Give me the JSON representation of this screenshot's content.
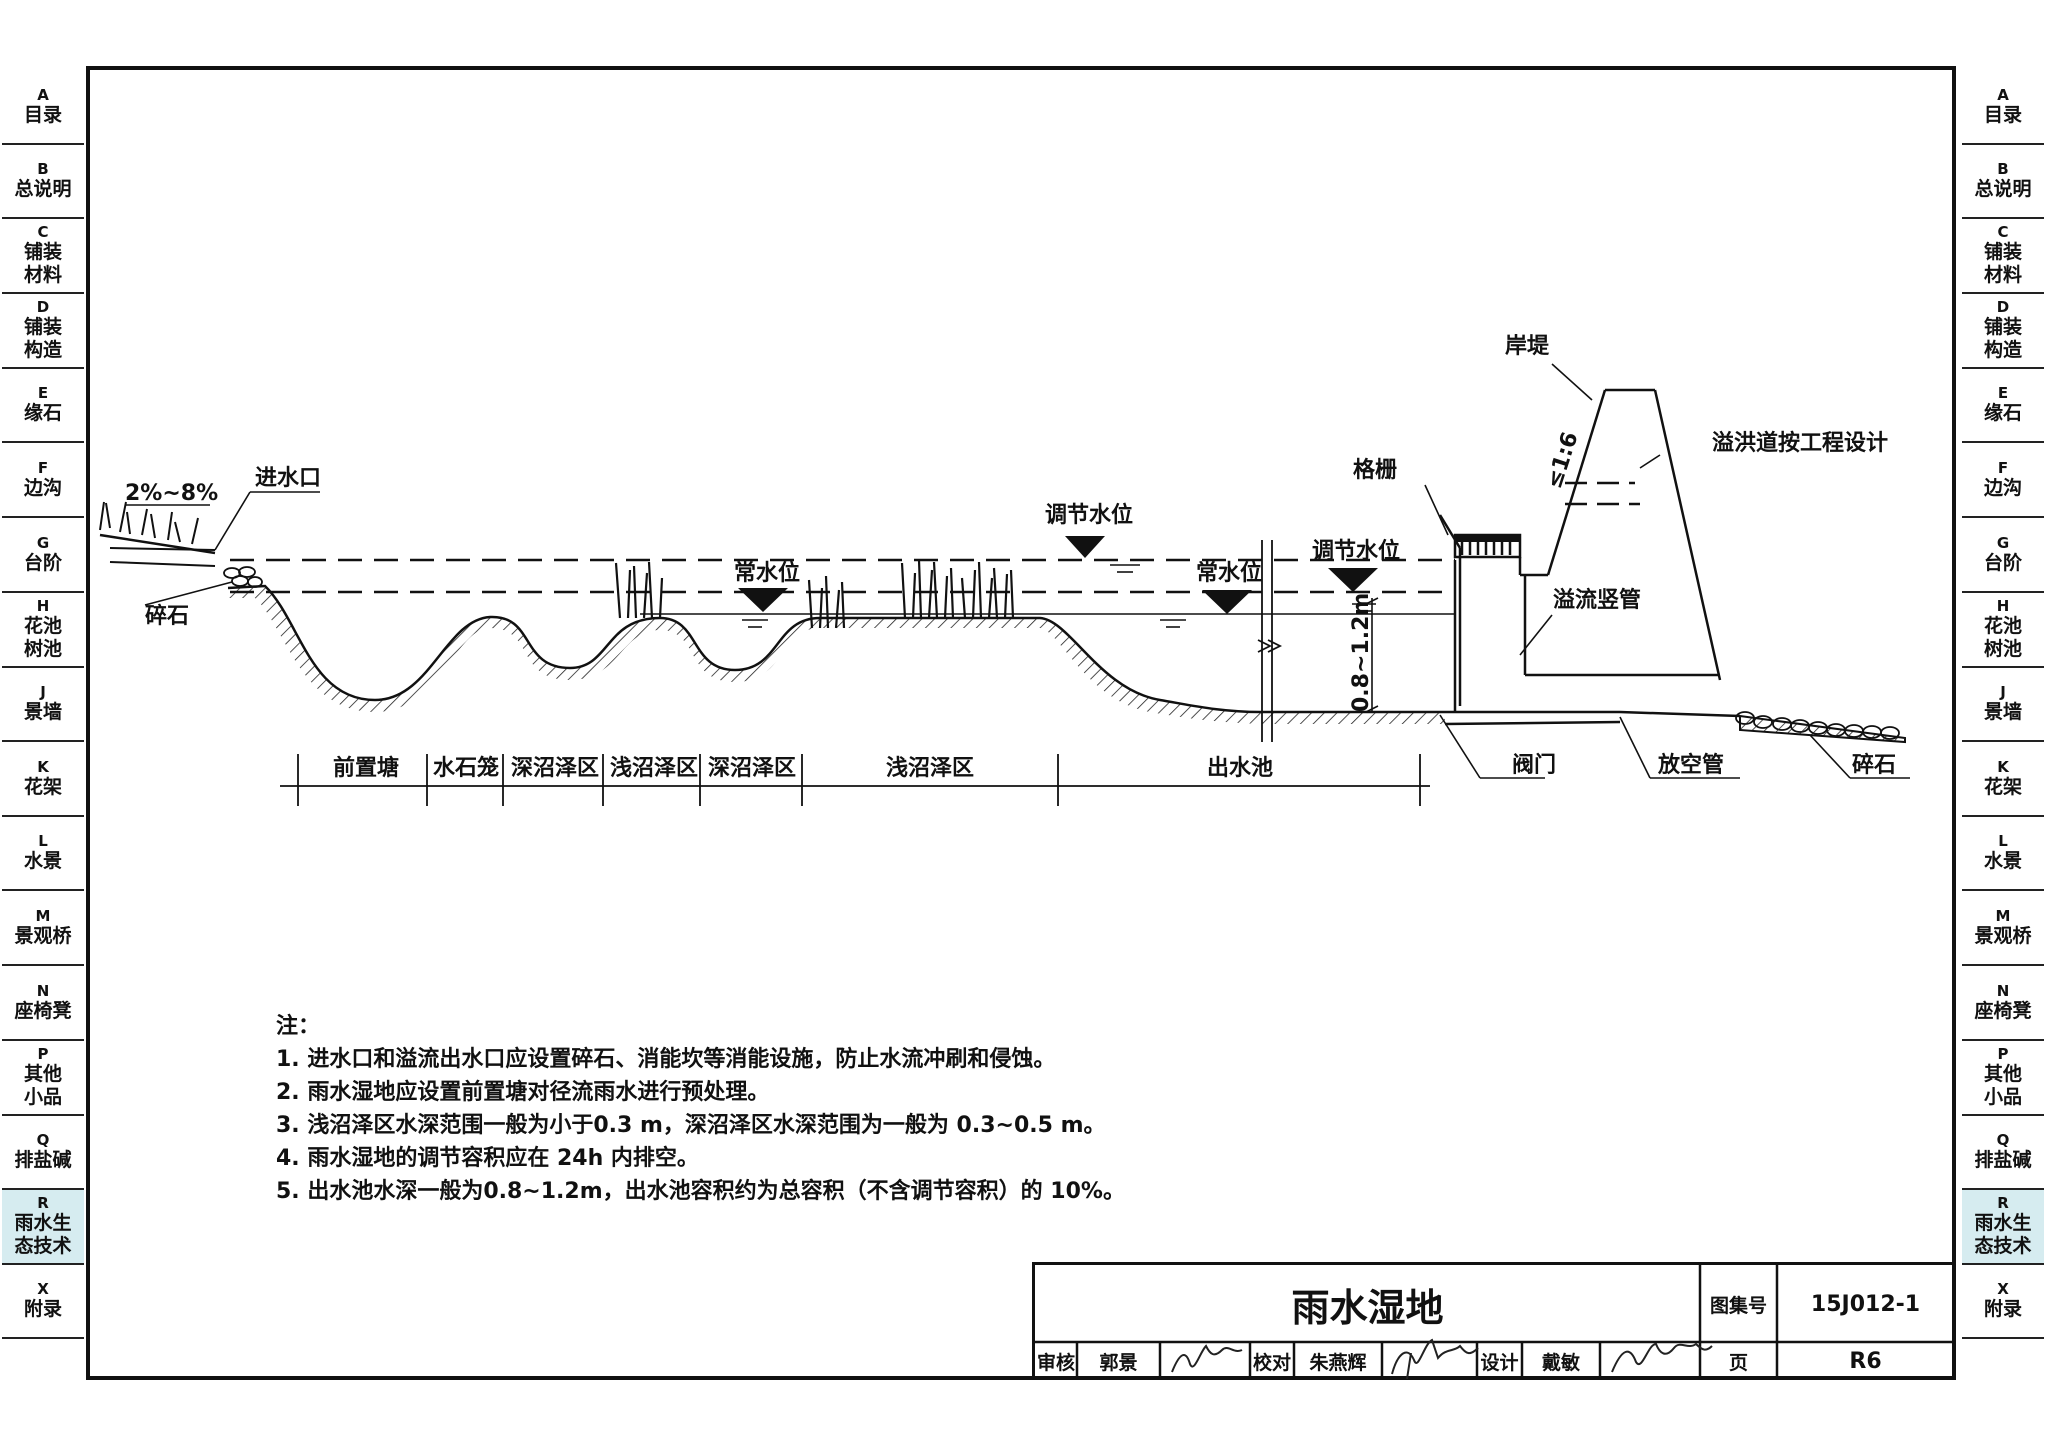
{
  "sidebar_left": [
    {
      "code": "A",
      "label": "目录"
    },
    {
      "code": "B",
      "label": "总说明"
    },
    {
      "code": "C",
      "label": "铺装\n材料"
    },
    {
      "code": "D",
      "label": "铺装\n构造"
    },
    {
      "code": "E",
      "label": "缘石"
    },
    {
      "code": "F",
      "label": "边沟"
    },
    {
      "code": "G",
      "label": "台阶"
    },
    {
      "code": "H",
      "label": "花池\n树池"
    },
    {
      "code": "J",
      "label": "景墙"
    },
    {
      "code": "K",
      "label": "花架"
    },
    {
      "code": "L",
      "label": "水景"
    },
    {
      "code": "M",
      "label": "景观桥"
    },
    {
      "code": "N",
      "label": "座椅凳"
    },
    {
      "code": "P",
      "label": "其他\n小品"
    },
    {
      "code": "Q",
      "label": "排盐碱"
    },
    {
      "code": "R",
      "label": "雨水生\n态技术",
      "active": true
    },
    {
      "code": "X",
      "label": "附录"
    }
  ],
  "sidebar_right": [
    {
      "code": "A",
      "label": "目录"
    },
    {
      "code": "B",
      "label": "总说明"
    },
    {
      "code": "C",
      "label": "铺装\n材料"
    },
    {
      "code": "D",
      "label": "铺装\n构造"
    },
    {
      "code": "E",
      "label": "缘石"
    },
    {
      "code": "F",
      "label": "边沟"
    },
    {
      "code": "G",
      "label": "台阶"
    },
    {
      "code": "H",
      "label": "花池\n树池"
    },
    {
      "code": "J",
      "label": "景墙"
    },
    {
      "code": "K",
      "label": "花架"
    },
    {
      "code": "L",
      "label": "水景"
    },
    {
      "code": "M",
      "label": "景观桥"
    },
    {
      "code": "N",
      "label": "座椅凳"
    },
    {
      "code": "P",
      "label": "其他\n小品"
    },
    {
      "code": "Q",
      "label": "排盐碱"
    },
    {
      "code": "R",
      "label": "雨水生\n态技术",
      "active": true
    },
    {
      "code": "X",
      "label": "附录"
    }
  ],
  "diagram": {
    "slope": "2%~8%",
    "inlet": "进水口",
    "gravel_left": "碎石",
    "adjust_level_1": "调节水位",
    "normal_level_1": "常水位",
    "normal_level_2": "常水位",
    "adjust_level_2": "调节水位",
    "depth": "0.8~1.2m",
    "grille": "格栅",
    "embankment": "岸堤",
    "embankment_slope": "≤1:6",
    "spillway": "溢洪道按工程设计",
    "overflow_pipe": "溢流竖管",
    "valve": "阀门",
    "drain_pipe": "放空管",
    "gravel_right": "碎石",
    "zones": [
      "前置塘",
      "水石笼",
      "深沼泽区",
      "浅沼泽区",
      "深沼泽区",
      "浅沼泽区",
      "出水池"
    ]
  },
  "notes": {
    "heading": "注：",
    "items": [
      "1. 进水口和溢流出水口应设置碎石、消能坎等消能设施，防止水流冲刷和侵蚀。",
      "2. 雨水湿地应设置前置塘对径流雨水进行预处理。",
      "3. 浅沼泽区水深范围一般为小于0.3 m，深沼泽区水深范围为一般为 0.3~0.5 m。",
      "4. 雨水湿地的调节容积应在 24h 内排空。",
      "5. 出水池水深一般为0.8~1.2m，出水池容积约为总容积（不含调节容积）的 10%。"
    ]
  },
  "title_block": {
    "title": "雨水湿地",
    "atlas_label": "图集号",
    "atlas_no": "15J012-1",
    "review_label": "审核",
    "reviewer": "郭景",
    "check_label": "校对",
    "checker": "朱燕辉",
    "design_label": "设计",
    "designer": "戴敏",
    "page_label": "页",
    "page_no": "R6"
  }
}
